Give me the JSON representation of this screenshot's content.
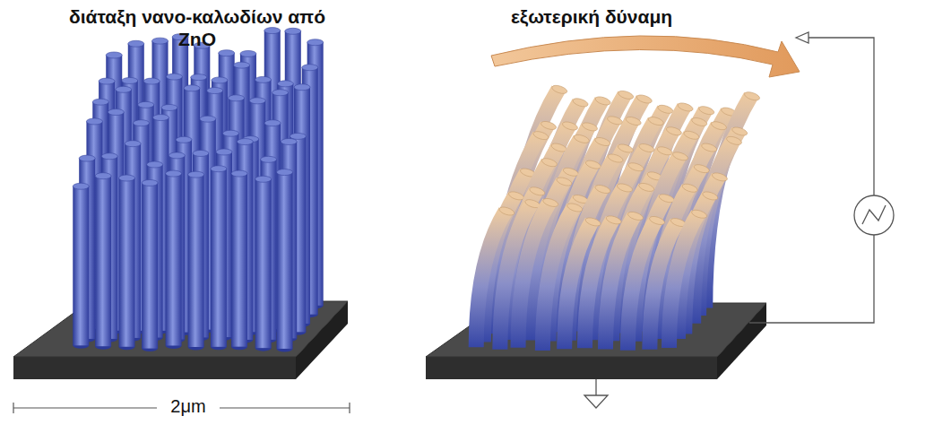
{
  "diagram": {
    "labels": [
      "διάταξη νανο-καλωδίων από ZnO",
      "εξωτερική δύναμη",
      "2μm"
    ]
  }
}
